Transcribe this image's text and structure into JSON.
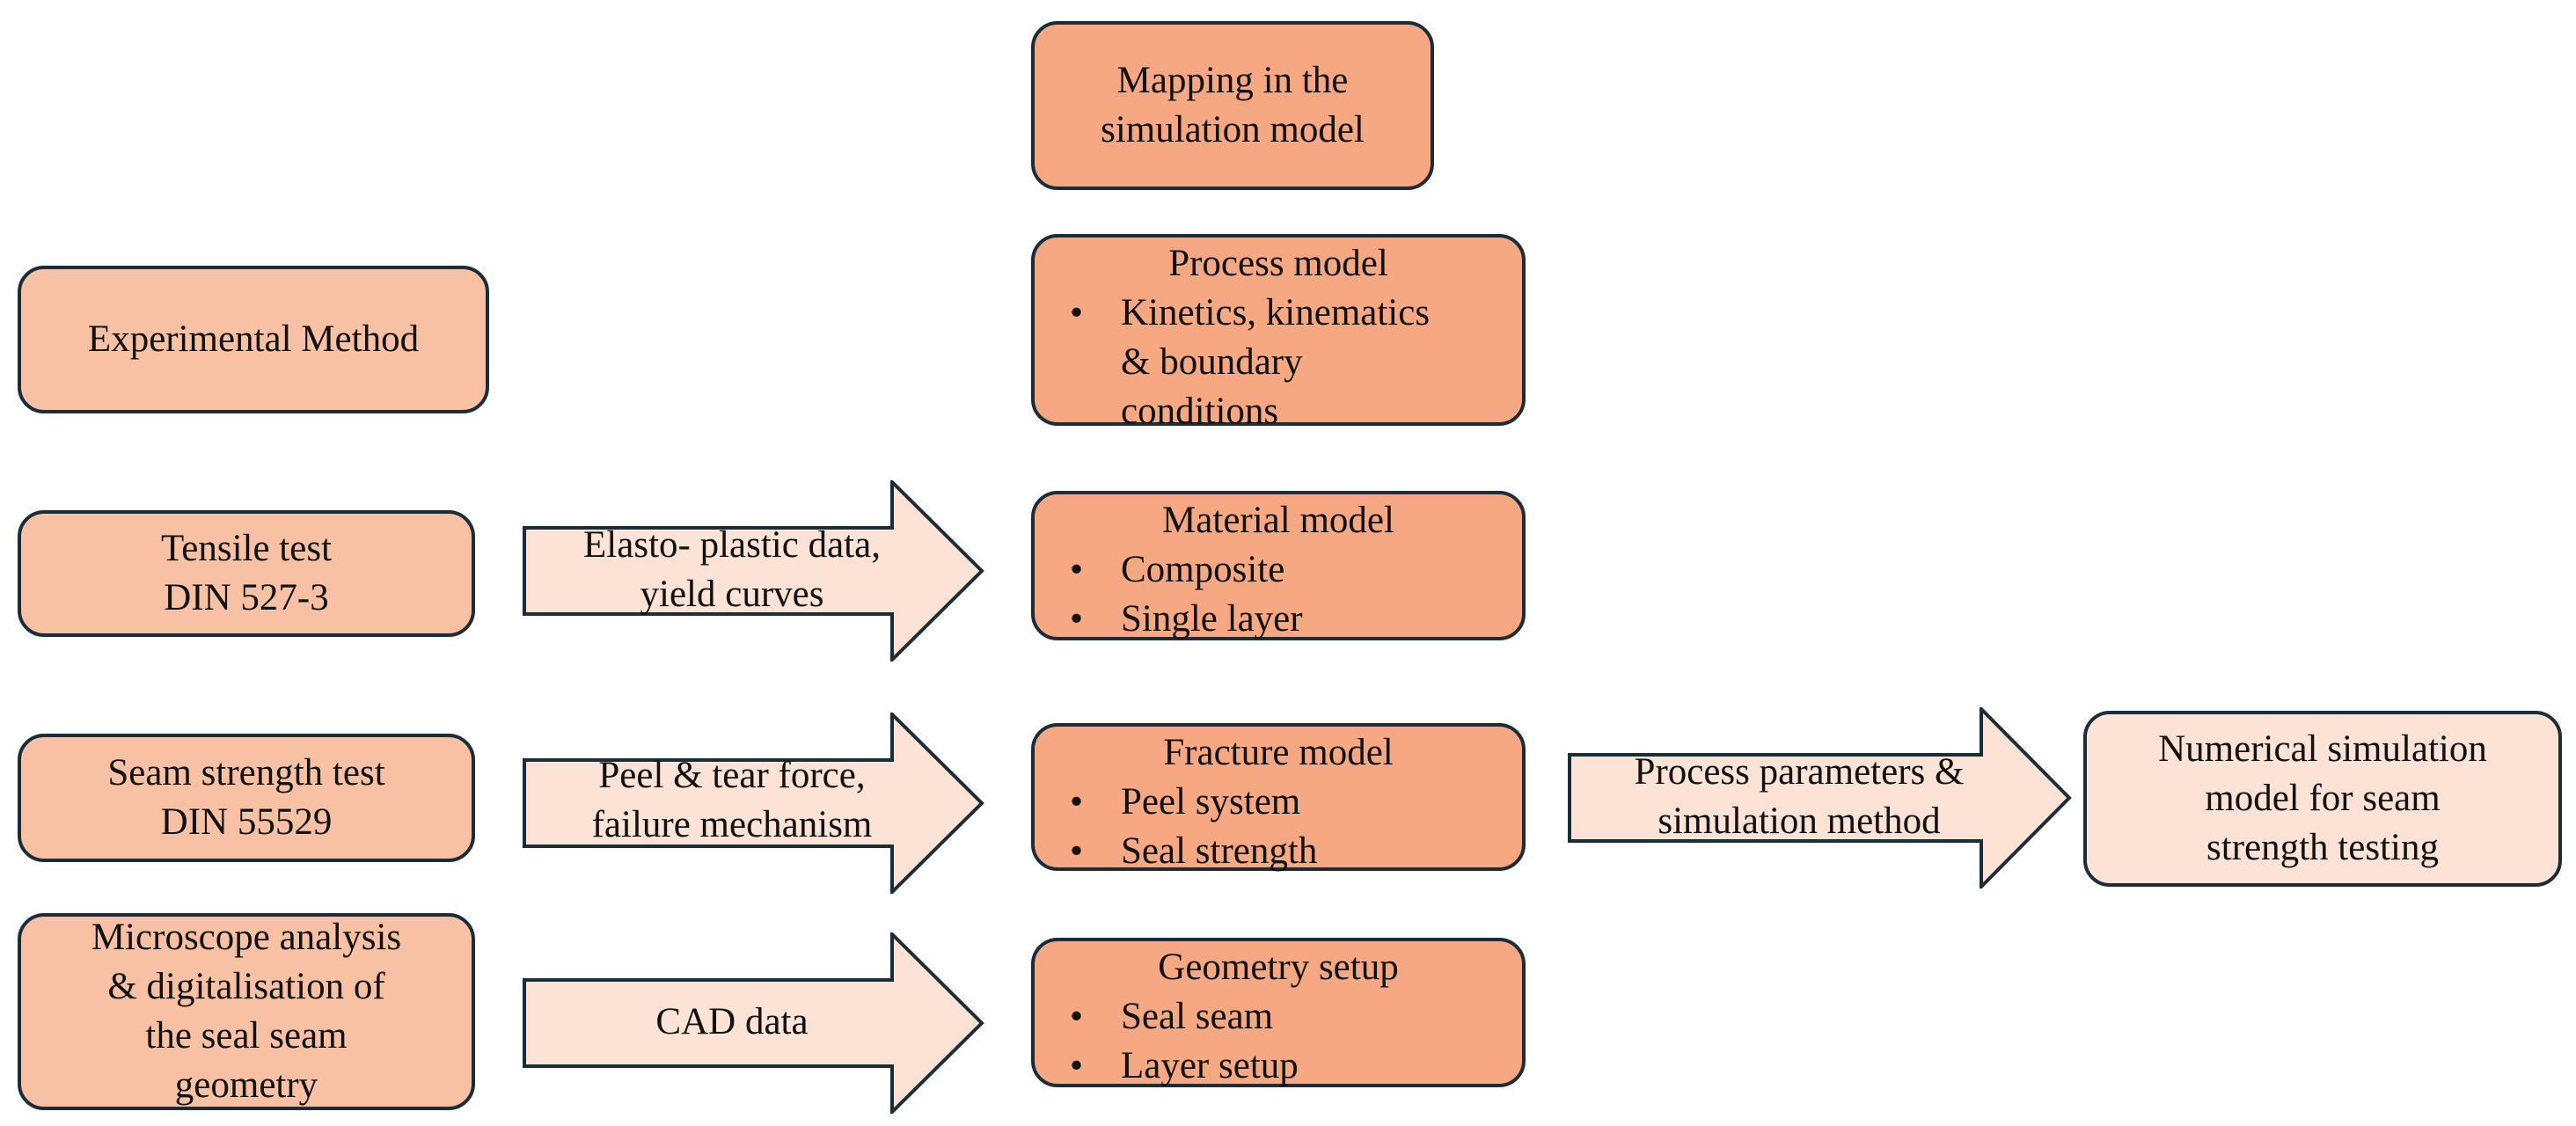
{
  "top": {
    "mapping": [
      "Mapping in the",
      "simulation model"
    ]
  },
  "experimental": {
    "title": "Experimental Method"
  },
  "tensile": {
    "lines": [
      "Tensile test",
      "DIN 527-3"
    ]
  },
  "seam_test": {
    "lines": [
      "Seam strength test",
      "DIN 55529"
    ]
  },
  "microscope": {
    "lines": [
      "Microscope analysis",
      "& digitalisation of",
      "the seal seam",
      "geometry"
    ]
  },
  "arrows": {
    "elasto": [
      "Elasto- plastic data,",
      "yield curves"
    ],
    "peel": [
      "Peel & tear force,",
      "failure mechanism"
    ],
    "cad": [
      "CAD data"
    ],
    "process": [
      "Process parameters &",
      "simulation method"
    ]
  },
  "process_model": {
    "title": "Process model",
    "items": [
      "Kinetics, kinematics",
      "& boundary",
      "conditions"
    ],
    "bullet": "•"
  },
  "material_model": {
    "title": "Material model",
    "items": [
      "Composite",
      "Single layer"
    ],
    "bullet": "•"
  },
  "fracture_model": {
    "title": "Fracture model",
    "items": [
      "Peel system",
      "Seal strength"
    ],
    "bullet": "•"
  },
  "geometry_setup": {
    "title": "Geometry setup",
    "items": [
      "Seal seam",
      "Layer setup"
    ],
    "bullet": "•"
  },
  "result": {
    "lines": [
      "Numerical simulation",
      "model for seam",
      "strength testing"
    ]
  },
  "colors": {
    "border": "#1c2d3a",
    "light": "#f9c1a4",
    "dark": "#f6a882",
    "pale": "#fde3d5"
  }
}
